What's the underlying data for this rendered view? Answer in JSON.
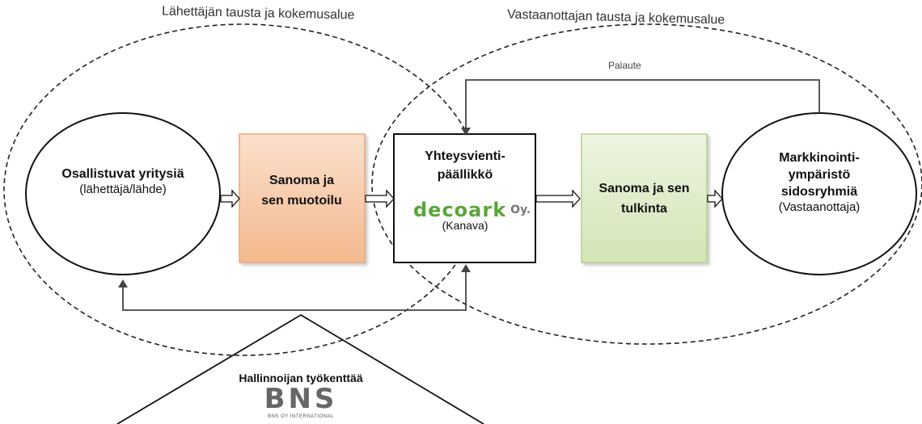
{
  "zones": {
    "sender_title": "Lähettäjän tausta ja kokemusalue",
    "receiver_title": "Vastaanottajan tausta ja kokemusalue"
  },
  "feedback_label": "Palaute",
  "nodes": {
    "source": {
      "title": "Osallistuvat yritysiä",
      "subtitle": "(lähettäjä/lähde)"
    },
    "message": {
      "title": "Sanoma ja sen muotoilu"
    },
    "channel": {
      "title": "Yhteysvienti-päällikkö",
      "logo_text": "decoark",
      "logo_suffix": "Oy.",
      "subtitle": "(Kanava)"
    },
    "interpretation": {
      "title": "Sanoma ja sen tulkinta"
    },
    "receiver": {
      "title": "Markkinointi-ympäristö sidosryhmiä",
      "subtitle": "(Vastaanottaja)"
    }
  },
  "admin": {
    "title": "Hallinnoijan työkenttää",
    "logo_text": "BNS",
    "logo_caption": "BNS OY INTERNATIONAL"
  },
  "colors": {
    "message_fill": "#f8c9a6",
    "message_border": "#e8a77a",
    "interpretation_fill": "#dcebc4",
    "interpretation_border": "#b6cf8e",
    "logo_green": "#5aa63a",
    "logo_gray": "#666666"
  }
}
